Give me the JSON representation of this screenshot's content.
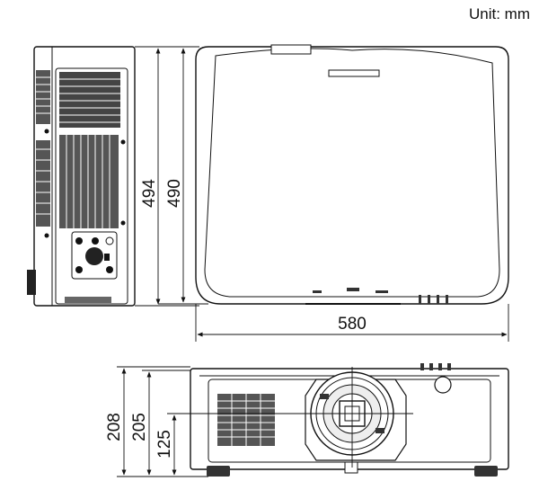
{
  "unit_label": "Unit: mm",
  "dimensions": {
    "depth_overall": "494",
    "depth_body": "490",
    "width": "580",
    "height_overall": "208",
    "height_body": "205",
    "lens_center_height": "125"
  }
}
